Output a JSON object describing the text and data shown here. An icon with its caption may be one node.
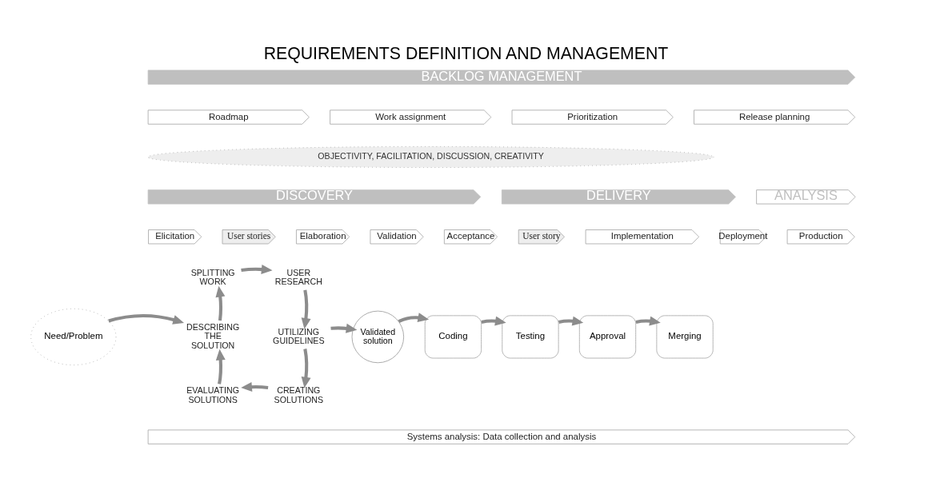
{
  "diagram": {
    "title": "REQUIREMENTS DEFINITION AND MANAGEMENT",
    "nodes": [
      {
        "text": [
          "BACKLOG MANAGEMENT"
        ]
      },
      {
        "text": [
          "Roadmap"
        ]
      },
      {
        "text": [
          "Work assignment"
        ]
      },
      {
        "text": [
          "Prioritization"
        ]
      },
      {
        "text": [
          "Release planning"
        ]
      },
      {
        "text": [
          "OBJECTIVITY, FACILITATION, DISCUSSION, CREATIVITY"
        ]
      },
      {
        "text": [
          "DISCOVERY"
        ]
      },
      {
        "text": [
          "DELIVERY"
        ]
      },
      {
        "text": [
          "ANALYSIS"
        ]
      },
      {
        "text": [
          "Elicitation"
        ]
      },
      {
        "text": [
          "User stories"
        ]
      },
      {
        "text": [
          "Elaboration"
        ]
      },
      {
        "text": [
          "Validation"
        ]
      },
      {
        "text": [
          "Acceptance"
        ]
      },
      {
        "text": [
          "User story"
        ]
      },
      {
        "text": [
          "Implementation"
        ]
      },
      {
        "text": [
          "Deployment"
        ]
      },
      {
        "text": [
          "Production"
        ]
      },
      {
        "text": [
          "Need/Problem"
        ]
      },
      {
        "text": [
          "SPLITTING WORK"
        ]
      },
      {
        "text": [
          "USER RESEARCH"
        ]
      },
      {
        "text": [
          "DESCRIBING THE SOLUTION"
        ]
      },
      {
        "text": [
          "UTILIZING GUIDELINES"
        ]
      },
      {
        "text": [
          "Validated solution"
        ]
      },
      {
        "text": [
          "Coding"
        ]
      },
      {
        "text": [
          "Testing"
        ]
      },
      {
        "text": [
          "Approval"
        ]
      },
      {
        "text": [
          "Merging"
        ]
      },
      {
        "text": [
          "EVALUATING SOLUTIONS"
        ]
      },
      {
        "text": [
          "CREATING SOLUTIONS"
        ]
      },
      {
        "text": [
          "Systems analysis: Data collection and analysis"
        ]
      }
    ],
    "edges": [
      {
        "from": 19,
        "to": 20,
        "arrow": "to"
      },
      {
        "from": 20,
        "to": 22,
        "arrow": "to"
      },
      {
        "from": 22,
        "to": 29,
        "arrow": "to"
      },
      {
        "from": 29,
        "to": 28,
        "arrow": "to"
      },
      {
        "from": 28,
        "to": 21,
        "arrow": "to"
      },
      {
        "from": 21,
        "to": 19,
        "arrow": "to"
      },
      {
        "from": 18,
        "to": 21,
        "arrow": "to"
      },
      {
        "from": 22,
        "to": 23,
        "arrow": "to"
      },
      {
        "from": 23,
        "to": 24,
        "arrow": "to"
      },
      {
        "from": 24,
        "to": 25,
        "arrow": "to"
      },
      {
        "from": 25,
        "to": 26,
        "arrow": "to"
      },
      {
        "from": 26,
        "to": 27,
        "arrow": "to"
      }
    ]
  }
}
